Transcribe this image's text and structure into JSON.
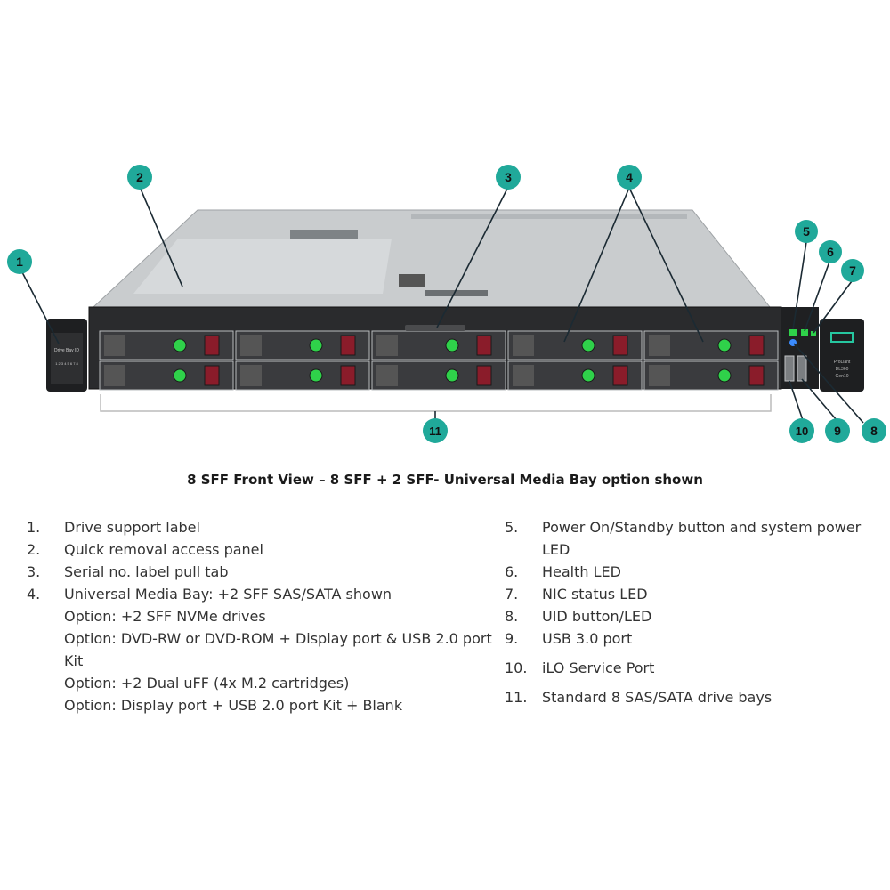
{
  "callouts": [
    "1",
    "2",
    "3",
    "4",
    "5",
    "6",
    "7",
    "8",
    "9",
    "10",
    "11"
  ],
  "panel": {
    "left_ear_lines": [
      "Drive Bay ID",
      "1 2 3 4 5 6 7 8"
    ],
    "right_ear_lines": [
      "ProLiant",
      "DL360",
      "Gen10"
    ]
  },
  "caption": "8 SFF Front View – 8 SFF + 2 SFF- Universal Media Bay option shown",
  "legend_left": [
    {
      "num": "1.",
      "text": "Drive support label"
    },
    {
      "num": "2.",
      "text": "Quick removal access panel"
    },
    {
      "num": "3.",
      "text": "Serial no. label pull tab"
    },
    {
      "num": "4.",
      "text": "Universal Media Bay: +2 SFF SAS/SATA shown"
    }
  ],
  "legend_left_sub": [
    "Option: +2 SFF NVMe drives",
    "Option: DVD-RW or DVD-ROM + Display port & USB 2.0 port Kit",
    "Option: +2 Dual uFF (4x M.2 cartridges)",
    "Option: Display port + USB 2.0 port Kit + Blank"
  ],
  "legend_right": [
    {
      "num": "5.",
      "text": "Power On/Standby button and system power LED"
    },
    {
      "num": "6.",
      "text": "Health LED"
    },
    {
      "num": "7.",
      "text": "NIC status LED"
    },
    {
      "num": "8.",
      "text": "UID button/LED"
    },
    {
      "num": "9.",
      "text": "USB 3.0 port"
    },
    {
      "num": "10.",
      "text": "iLO Service Port"
    },
    {
      "num": "11.",
      "text": "Standard 8 SAS/SATA drive bays"
    }
  ],
  "colors": {
    "callout": "#20a99a",
    "led_green": "#2fd14a",
    "led_blue": "#3b8cff",
    "drive_latch": "#8a1c2a"
  }
}
